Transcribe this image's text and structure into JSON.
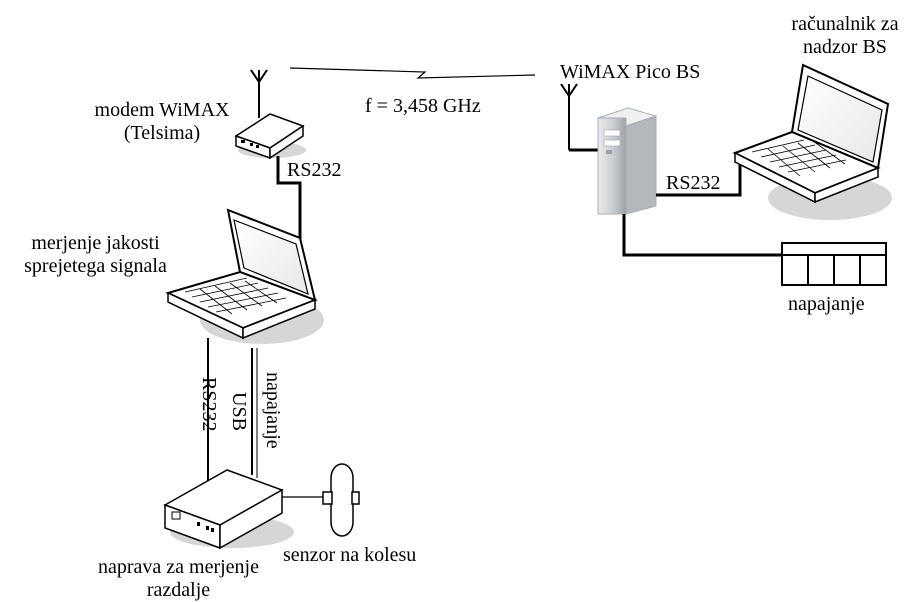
{
  "labels": {
    "modem_line1": "modem WiMAX",
    "modem_line2": "(Telsima)",
    "modem_link": "RS232",
    "frequency": "f = 3,458 GHz",
    "base_station": "WiMAX Pico BS",
    "pc_line1": "računalnik za",
    "pc_line2": "nadzor BS",
    "bs_link": "RS232",
    "power_bs": "napajanje",
    "laptop_line1": "merjenje jakosti",
    "laptop_line2": "sprejetega signala",
    "cable_rs232": "RS232",
    "cable_usb": "USB",
    "cable_power": "napajanje",
    "device_line1": "naprava za merjenje",
    "device_line2": "razdalje",
    "sensor": "senzor na kolesu"
  },
  "colors": {
    "line": "#000000",
    "laptop_screen": "#ffffff",
    "tower_light": "#eef0f2",
    "tower_dark": "#a9adb2",
    "shadow": "#d6d6d6"
  }
}
